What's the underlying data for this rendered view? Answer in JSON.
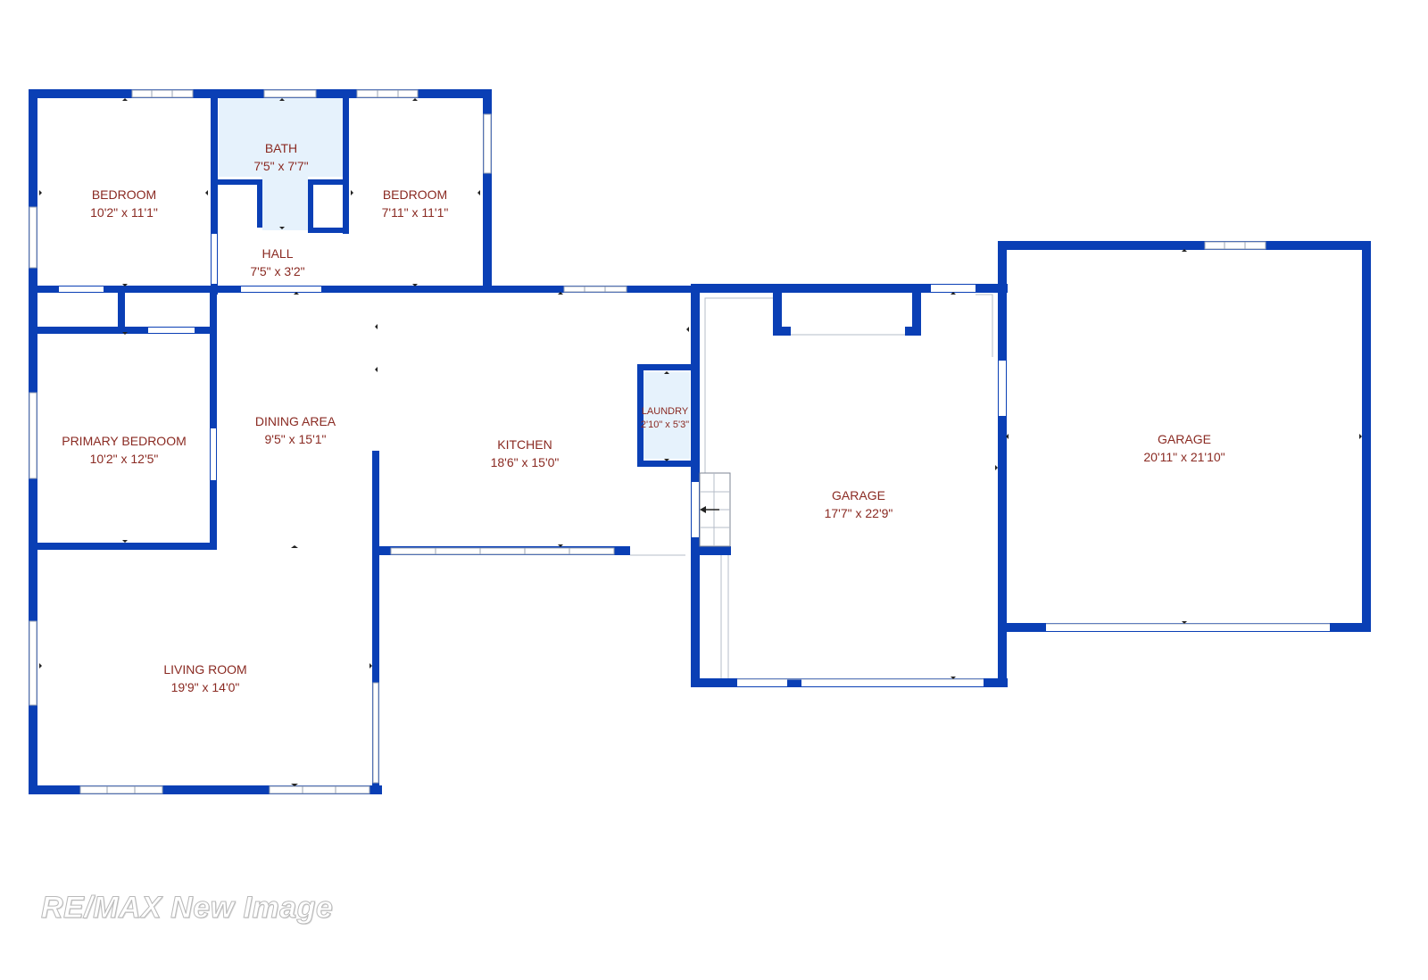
{
  "plan": {
    "rooms": [
      {
        "name": "BEDROOM",
        "size": "10'2\" x 11'1\""
      },
      {
        "name": "BATH",
        "size": "7'5\" x 7'7\""
      },
      {
        "name": "BEDROOM",
        "size": "7'11\" x 11'1\""
      },
      {
        "name": "HALL",
        "size": "7'5\" x 3'2\""
      },
      {
        "name": "PRIMARY BEDROOM",
        "size": "10'2\" x 12'5\""
      },
      {
        "name": "DINING AREA",
        "size": "9'5\" x 15'1\""
      },
      {
        "name": "KITCHEN",
        "size": "18'6\" x 15'0\""
      },
      {
        "name": "LAUNDRY",
        "size": "2'10\" x 5'3\""
      },
      {
        "name": "GARAGE",
        "size": "17'7\" x 22'9\""
      },
      {
        "name": "GARAGE",
        "size": "20'11\" x 21'10\""
      },
      {
        "name": "LIVING ROOM",
        "size": "19'9\" x 14'0\""
      }
    ],
    "wall_color": "#0a3fb5",
    "label_color": "#8a2a22",
    "bath_fill": "#e6f2fc"
  },
  "watermark": "RE/MAX New Image"
}
